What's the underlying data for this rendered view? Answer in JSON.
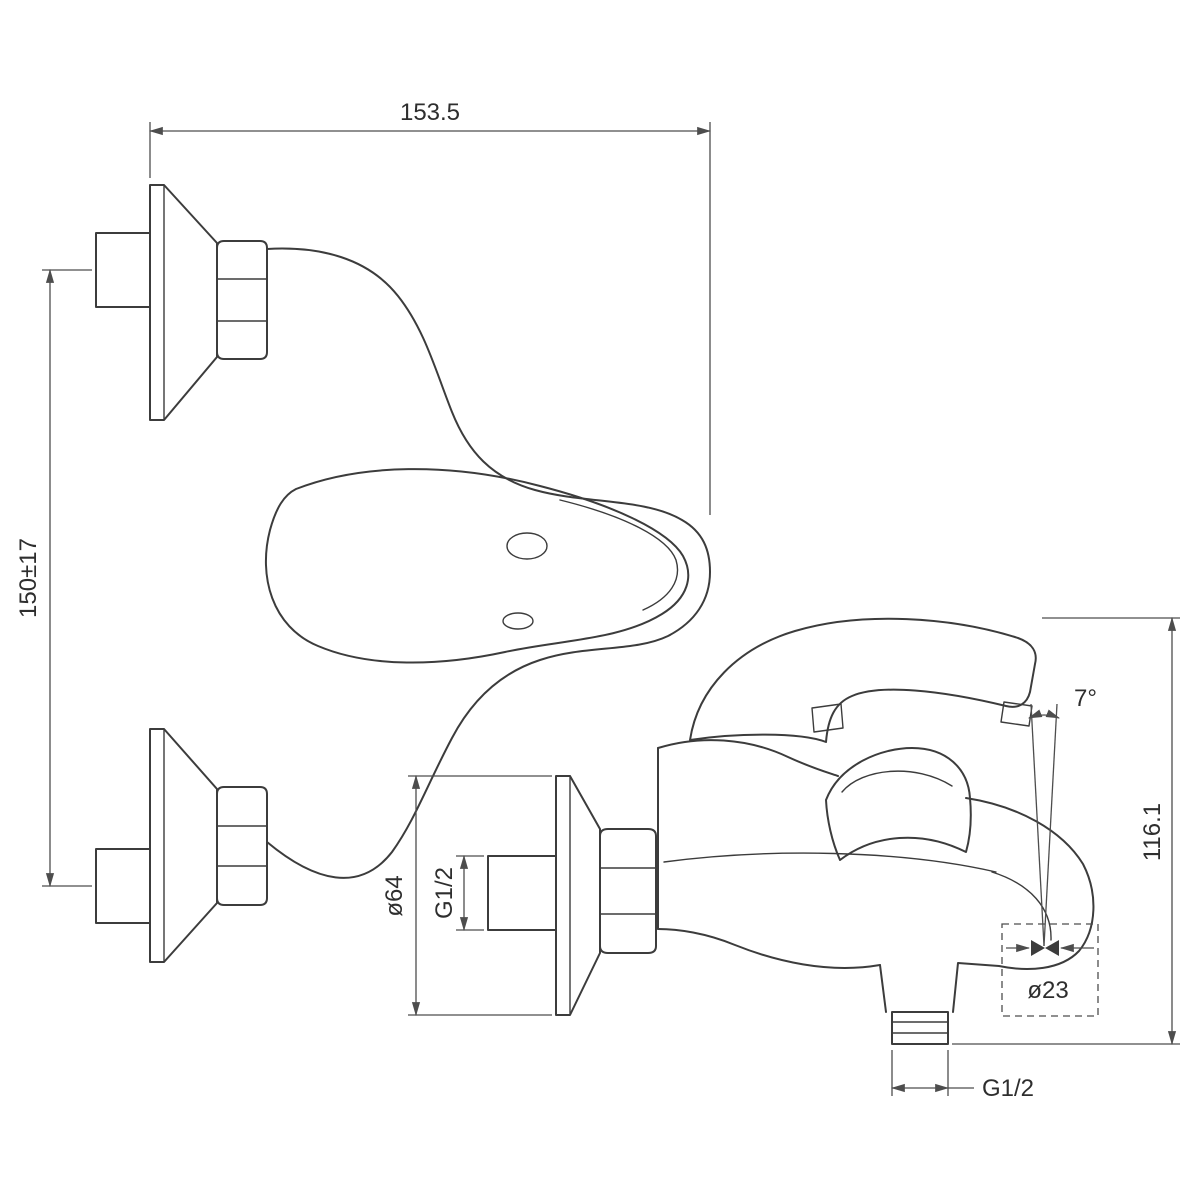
{
  "drawing": {
    "type": "technical-dimension-drawing",
    "subject": "wall-mounted bath mixer faucet, front and side views",
    "background_color": "#ffffff",
    "line_color": "#3c3c3c",
    "dimensions": {
      "overall_width": "153.5",
      "mount_spacing": "150±17",
      "flange_diameter": "ø64",
      "wall_thread": "G1/2",
      "spout_angle": "7°",
      "overall_depth": "116.1",
      "aerator_diameter": "ø23",
      "outlet_thread": "G1/2"
    }
  }
}
